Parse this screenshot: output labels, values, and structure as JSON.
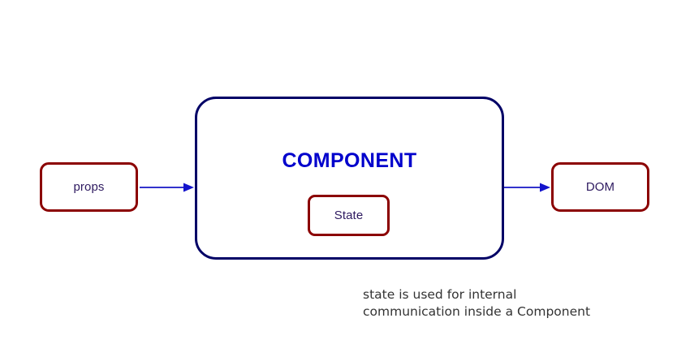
{
  "diagram": {
    "type": "flow-diagram",
    "title_text": "COMPONENT",
    "nodes": {
      "props": {
        "label": "props",
        "border_color": "#8B0000",
        "text_color": "#2e1a60"
      },
      "component": {
        "label": "COMPONENT",
        "border_color": "#000066",
        "text_color": "#0000CC"
      },
      "state": {
        "label": "State",
        "border_color": "#8B0000",
        "text_color": "#2e1a60"
      },
      "dom": {
        "label": "DOM",
        "border_color": "#8B0000",
        "text_color": "#2e1a60"
      }
    },
    "arrows": [
      {
        "name": "props-to-component",
        "from": "props",
        "to": "component",
        "color": "#3333CC",
        "direction": "right"
      },
      {
        "name": "component-to-dom",
        "from": "component",
        "to": "dom",
        "color": "#3333CC",
        "direction": "right"
      }
    ],
    "caption": {
      "line1": "state is used for internal",
      "line2": "communication inside a Component",
      "color": "#333333"
    },
    "background_color": "#ffffff"
  }
}
